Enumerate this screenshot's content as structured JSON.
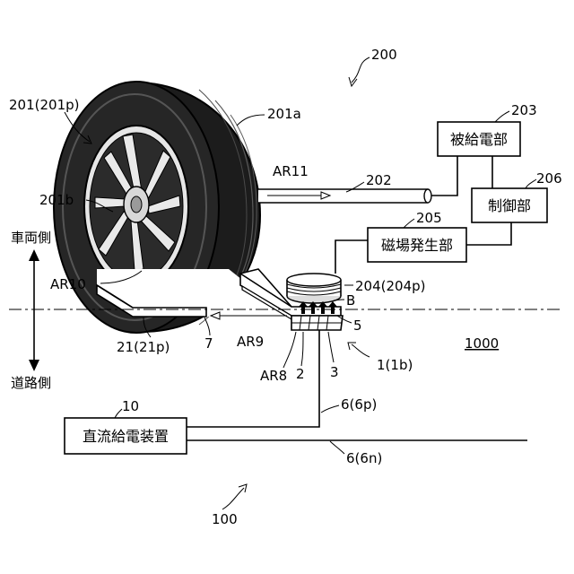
{
  "labels": {
    "ref_200": "200",
    "ref_201": "201(201p)",
    "ref_201a": "201a",
    "ref_201b": "201b",
    "ref_202": "202",
    "ref_203": "203",
    "ref_204": "204(204p)",
    "ref_205": "205",
    "ref_206": "206",
    "ar11": "AR11",
    "ar10": "AR10",
    "ar9": "AR9",
    "ar8": "AR8",
    "ref_b": "B",
    "ref_5": "5",
    "ref_7": "7",
    "ref_21": "21(21p)",
    "ref_2": "2",
    "ref_3": "3",
    "ref_1": "1(1b)",
    "ref_1000": "1000",
    "ref_10": "10",
    "ref_6p": "6(6p)",
    "ref_6n": "6(6n)",
    "ref_100": "100",
    "vehicle_side": "車両側",
    "road_side": "道路側"
  },
  "boxes": {
    "power_receiver": "被給電部",
    "controller": "制御部",
    "magnetic_field_generator": "磁場発生部",
    "dc_power_supply": "直流給電装置"
  }
}
